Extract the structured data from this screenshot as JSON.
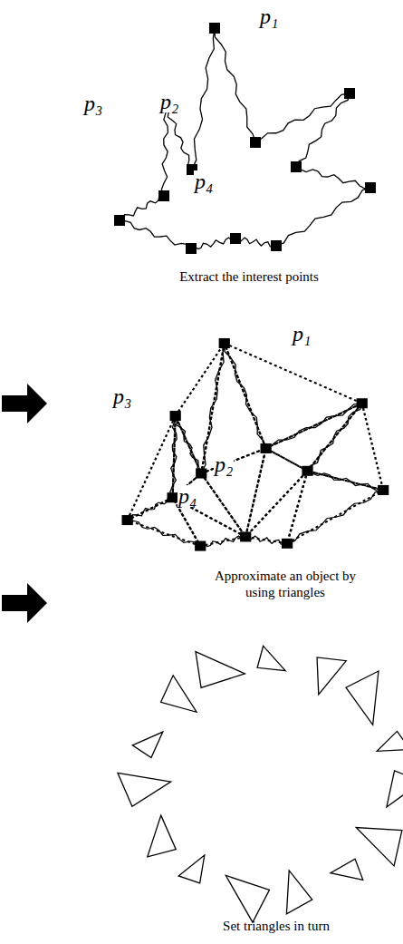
{
  "diagram": {
    "labels": [
      "p₁",
      "p₂",
      "p₃",
      "p₄",
      "Extract the interest points",
      "p₁",
      "p₃",
      "p₂",
      "p₄",
      "Approximate an object by using triangles",
      "Set triangles in turn"
    ]
  }
}
